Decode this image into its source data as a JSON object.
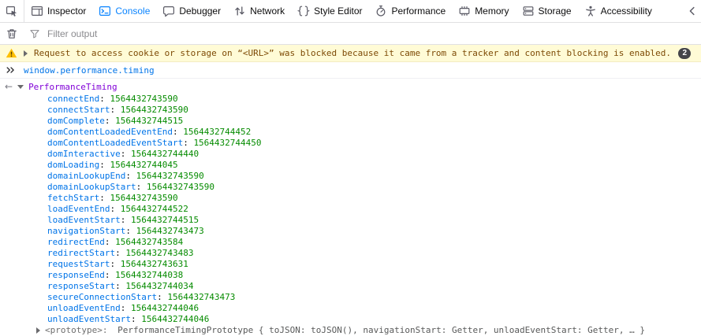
{
  "tabbar": {
    "tabs": [
      {
        "label": "Inspector"
      },
      {
        "label": "Console"
      },
      {
        "label": "Debugger"
      },
      {
        "label": "Network"
      },
      {
        "label": "Style Editor"
      },
      {
        "label": "Performance"
      },
      {
        "label": "Memory"
      },
      {
        "label": "Storage"
      },
      {
        "label": "Accessibility"
      }
    ]
  },
  "toolbar": {
    "filter_placeholder": "Filter output"
  },
  "console": {
    "warning": {
      "message": "Request to access cookie or storage on “<URL>” was blocked because it came from a tracker and content blocking is enabled.",
      "count_badge": "2"
    },
    "command": {
      "code": "window.performance.timing"
    },
    "result": {
      "object_name": "PerformanceTiming",
      "properties": [
        {
          "name": "connectEnd",
          "value": "1564432743590"
        },
        {
          "name": "connectStart",
          "value": "1564432743590"
        },
        {
          "name": "domComplete",
          "value": "1564432744515"
        },
        {
          "name": "domContentLoadedEventEnd",
          "value": "1564432744452"
        },
        {
          "name": "domContentLoadedEventStart",
          "value": "1564432744450"
        },
        {
          "name": "domInteractive",
          "value": "1564432744440"
        },
        {
          "name": "domLoading",
          "value": "1564432744045"
        },
        {
          "name": "domainLookupEnd",
          "value": "1564432743590"
        },
        {
          "name": "domainLookupStart",
          "value": "1564432743590"
        },
        {
          "name": "fetchStart",
          "value": "1564432743590"
        },
        {
          "name": "loadEventEnd",
          "value": "1564432744522"
        },
        {
          "name": "loadEventStart",
          "value": "1564432744515"
        },
        {
          "name": "navigationStart",
          "value": "1564432743473"
        },
        {
          "name": "redirectEnd",
          "value": "1564432743584"
        },
        {
          "name": "redirectStart",
          "value": "1564432743483"
        },
        {
          "name": "requestStart",
          "value": "1564432743631"
        },
        {
          "name": "responseEnd",
          "value": "1564432744038"
        },
        {
          "name": "responseStart",
          "value": "1564432744034"
        },
        {
          "name": "secureConnectionStart",
          "value": "1564432743473"
        },
        {
          "name": "unloadEventEnd",
          "value": "1564432744046"
        },
        {
          "name": "unloadEventStart",
          "value": "1564432744046"
        }
      ],
      "prototype": {
        "label": "<prototype>",
        "value": "PerformanceTimingPrototype { toJSON: toJSON(), navigationStart: Getter, unloadEventStart: Getter, … }"
      }
    }
  },
  "colors": {
    "accent_blue": "#0a84ff",
    "property_name_blue": "#0074e8",
    "number_green": "#058b00",
    "object_purple": "#8000d7",
    "warning_text": "#7d4a05",
    "warning_bg": "#fffbd6"
  }
}
